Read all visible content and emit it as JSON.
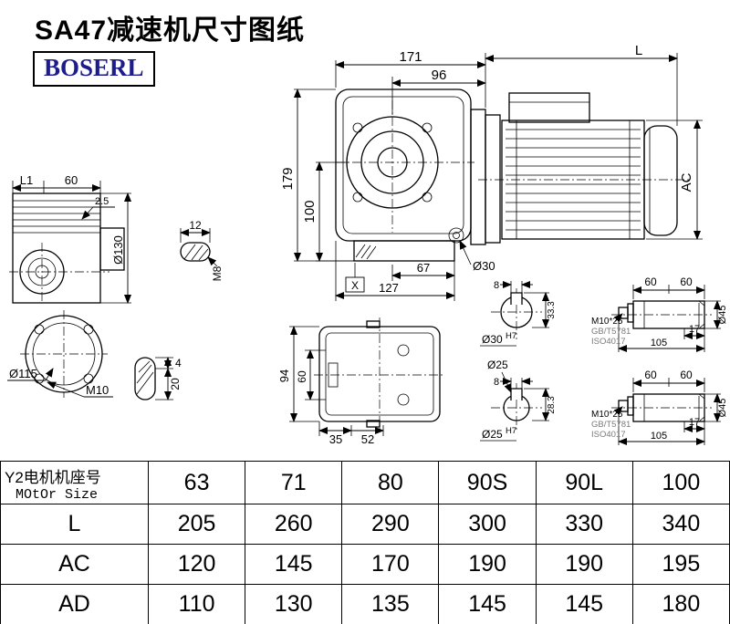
{
  "title": "SA47减速机尺寸图纸",
  "logo": {
    "text": "BOSERL",
    "color": "#1c1c8f"
  },
  "front_view": {
    "dim_171": "171",
    "dim_96": "96",
    "dim_179": "179",
    "dim_100": "100",
    "dim_67": "67",
    "dim_127": "127",
    "label_d30": "Ø30",
    "label_x": "X"
  },
  "motor_view": {
    "dim_L": "L",
    "dim_AC": "AC"
  },
  "side_view": {
    "dim_L1": "L1",
    "dim_60": "60",
    "dim_2_5": "2.5",
    "dim_d130": "Ø130"
  },
  "key1": {
    "dim_12": "12",
    "label_m8": "M8"
  },
  "key2": {
    "dim_4": "4",
    "dim_20": "20"
  },
  "flange_view": {
    "label_d115": "Ø115",
    "label_m10": "M10"
  },
  "bottom_view": {
    "dim_94": "94",
    "dim_60": "60",
    "dim_35": "35",
    "dim_52": "52"
  },
  "shaft_upper": {
    "dim_8": "8",
    "dim_33_3": "33.3",
    "bore": "Ø30",
    "bore_tol": "H7",
    "dim_60a": "60",
    "dim_60b": "60",
    "bolt": "M10*25",
    "std1": "GB/T5781",
    "std2": "ISO4017",
    "dim_17": "17",
    "dim_105": "105",
    "dim_d45": "Ø45"
  },
  "shaft_lower": {
    "label": "Ø25",
    "dim_8": "8",
    "dim_28_3": "28.3",
    "bore": "Ø25",
    "bore_tol": "H7",
    "dim_60a": "60",
    "dim_60b": "60",
    "bolt": "M10*25",
    "std1": "GB/T5781",
    "std2": "ISO4017",
    "dim_17": "17",
    "dim_105": "105",
    "dim_d45": "Ø45"
  },
  "table": {
    "header_cn": "Y2电机机座号",
    "header_en": "MOtOr Size",
    "sizes": [
      "63",
      "71",
      "80",
      "90S",
      "90L",
      "100"
    ],
    "rows": [
      {
        "label": "L",
        "values": [
          "205",
          "260",
          "290",
          "300",
          "330",
          "340"
        ]
      },
      {
        "label": "AC",
        "values": [
          "120",
          "145",
          "170",
          "190",
          "190",
          "195"
        ]
      },
      {
        "label": "AD",
        "values": [
          "110",
          "130",
          "135",
          "145",
          "145",
          "180"
        ]
      }
    ]
  }
}
